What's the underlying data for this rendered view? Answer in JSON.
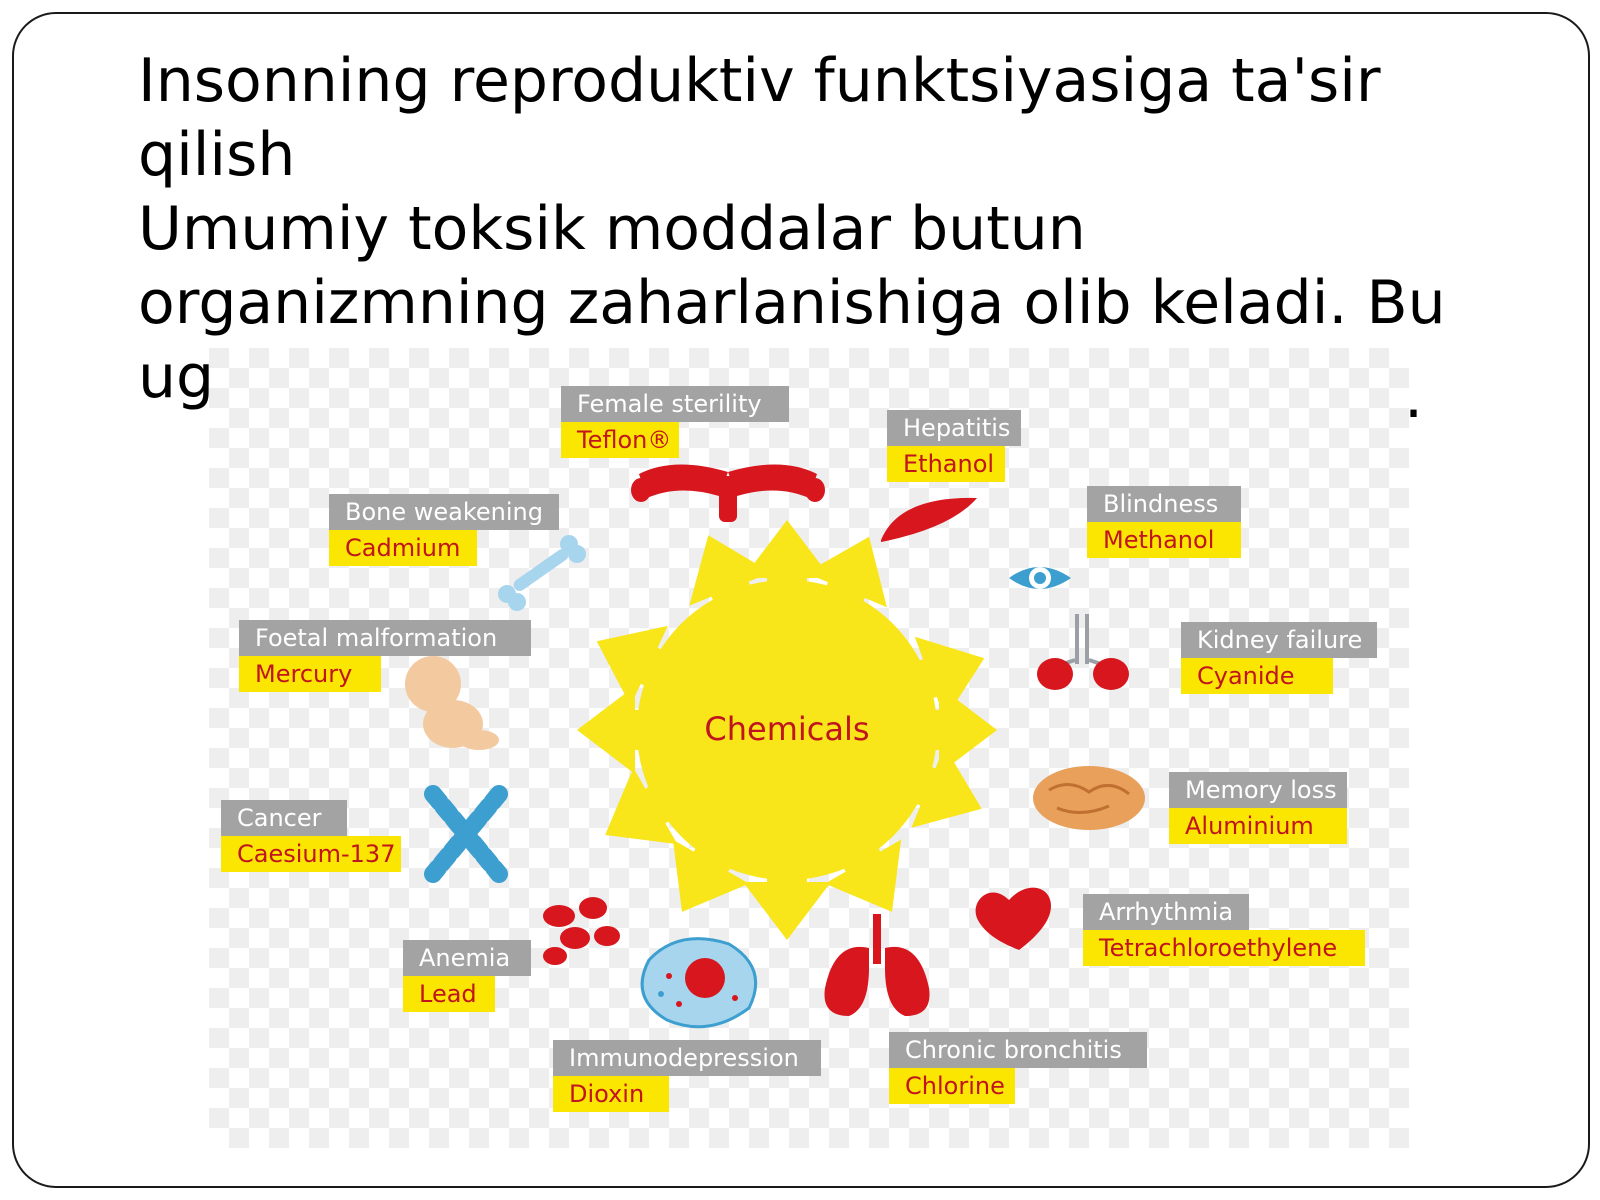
{
  "slide": {
    "text_lines": [
      "Insonning reproduktiv funktsiyasiga ta'sir",
      "qilish",
      "Umumiy toksik moddalar butun",
      "organizmning zaharlanishiga olib keladi. Bu",
      "ug"
    ],
    "trailing_mark": "."
  },
  "diagram": {
    "center_label": "Chemicals",
    "colors": {
      "grey": "#a3a3a3",
      "yellow": "#fae600",
      "red": "#d7161e",
      "blue": "#3d9fd0",
      "arrows": "#f8e51a"
    },
    "items": [
      {
        "effect": "Female sterility",
        "chemical": "Teflon®",
        "icon": "uterus-icon"
      },
      {
        "effect": "Hepatitis",
        "chemical": "Ethanol",
        "icon": "liver-icon"
      },
      {
        "effect": "Blindness",
        "chemical": "Methanol",
        "icon": "eye-icon"
      },
      {
        "effect": "Kidney failure",
        "chemical": "Cyanide",
        "icon": "kidneys-icon"
      },
      {
        "effect": "Memory loss",
        "chemical": "Aluminium",
        "icon": "brain-icon"
      },
      {
        "effect": "Arrhythmia",
        "chemical": "Tetrachloroethylene",
        "icon": "heart-icon"
      },
      {
        "effect": "Chronic bronchitis",
        "chemical": "Chlorine",
        "icon": "lungs-icon"
      },
      {
        "effect": "Immunodepression",
        "chemical": "Dioxin",
        "icon": "immune-cell-icon"
      },
      {
        "effect": "Anemia",
        "chemical": "Lead",
        "icon": "red-blood-cells-icon"
      },
      {
        "effect": "Cancer",
        "chemical": "Caesium-137",
        "icon": "chromosome-icon"
      },
      {
        "effect": "Foetal malformation",
        "chemical": "Mercury",
        "icon": "foetus-icon"
      },
      {
        "effect": "Bone weakening",
        "chemical": "Cadmium",
        "icon": "bone-icon"
      }
    ]
  }
}
